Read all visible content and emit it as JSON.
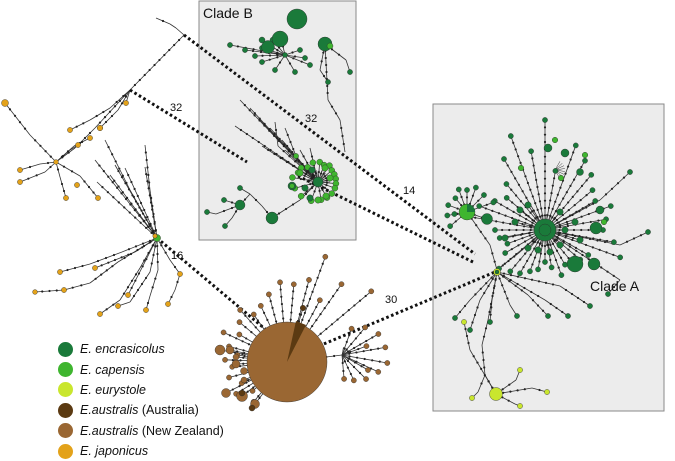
{
  "clades": {
    "b": {
      "label": "Clade B"
    },
    "a": {
      "label": "Clade A"
    }
  },
  "links": [
    {
      "label": "32",
      "from": "japonicus-left",
      "to": "clade-b-hub"
    },
    {
      "label": "32",
      "from": "japonicus-top",
      "to": "clade-a"
    },
    {
      "label": "14",
      "from": "clade-b-hub",
      "to": "clade-a"
    },
    {
      "label": "16",
      "from": "japonicus-hub",
      "to": "australis"
    },
    {
      "label": "30",
      "from": "australis",
      "to": "clade-a"
    }
  ],
  "legend": [
    {
      "id": "encrasicolus",
      "italic": "E. encrasicolus",
      "suffix": "",
      "color": "#1a7a3a"
    },
    {
      "id": "capensis",
      "italic": "E. capensis",
      "suffix": "",
      "color": "#3fb52f"
    },
    {
      "id": "eurystole",
      "italic": "E. eurystole",
      "suffix": "",
      "color": "#c9e62e"
    },
    {
      "id": "australis-au",
      "italic": "E.australis",
      "suffix": " (Australia)",
      "color": "#5b3a12"
    },
    {
      "id": "australis-nz",
      "italic": "E.australis",
      "suffix": " (New Zealand)",
      "color": "#9a6733"
    },
    {
      "id": "japonicus",
      "italic": "E. japonicus",
      "suffix": "",
      "color": "#e3a21a"
    }
  ]
}
